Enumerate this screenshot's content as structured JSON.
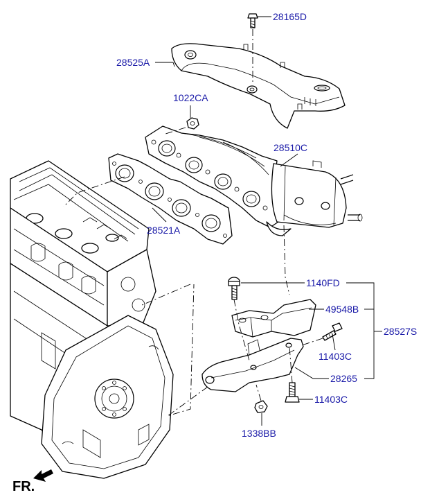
{
  "labels": {
    "p28165D": "28165D",
    "p28525A": "28525A",
    "p1022CA": "1022CA",
    "p28510C": "28510C",
    "p28521A": "28521A",
    "p1140FD": "1140FD",
    "p49548B": "49548B",
    "p28527S": "28527S",
    "p11403C_a": "11403C",
    "p28265": "28265",
    "p11403C_b": "11403C",
    "p1338BB": "1338BB"
  },
  "front_indicator": "FR.",
  "colors": {
    "label": "#1a1aa8",
    "line": "#000000",
    "background": "#ffffff"
  }
}
